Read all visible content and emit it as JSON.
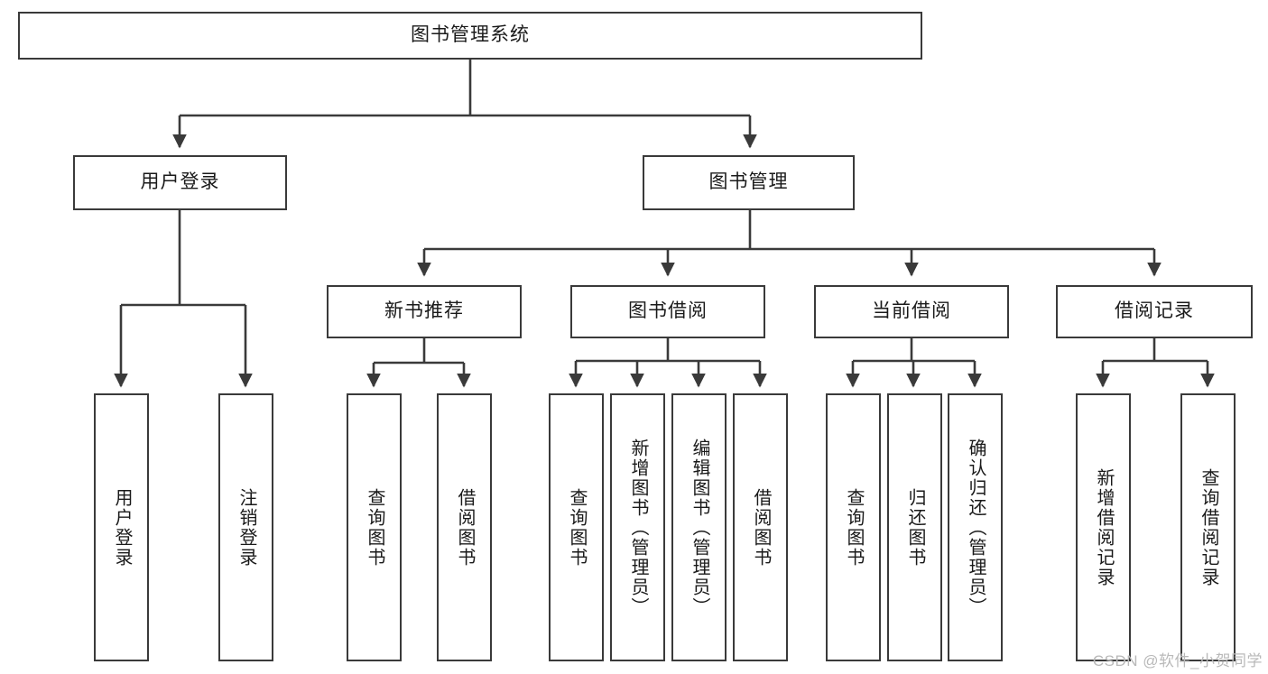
{
  "diagram": {
    "title": "图书管理系统",
    "type": "tree",
    "watermark": "CSDN @软件_小贺同学",
    "line_color": "#3a3a3a",
    "box_fill": "#ffffff",
    "text_color": "#1a1a1a",
    "nodes": {
      "root": {
        "label": "图书管理系统"
      },
      "level2": [
        {
          "id": "user-login",
          "label": "用户登录"
        },
        {
          "id": "book-manage",
          "label": "图书管理"
        }
      ],
      "level3": [
        {
          "id": "new-book-recommend",
          "label": "新书推荐"
        },
        {
          "id": "book-borrow",
          "label": "图书借阅"
        },
        {
          "id": "current-borrow",
          "label": "当前借阅"
        },
        {
          "id": "borrow-record",
          "label": "借阅记录"
        }
      ],
      "leaves": {
        "user_login": [
          {
            "id": "leaf-user-login",
            "label": "用户登录"
          },
          {
            "id": "leaf-logout-login",
            "label": "注销登录"
          }
        ],
        "new_book_recommend": [
          {
            "id": "leaf-query-book-1",
            "label": "查询图书"
          },
          {
            "id": "leaf-borrow-book-1",
            "label": "借阅图书"
          }
        ],
        "book_borrow": [
          {
            "id": "leaf-query-book-2",
            "label": "查询图书"
          },
          {
            "id": "leaf-add-book",
            "label": "新增图书（管理员）"
          },
          {
            "id": "leaf-edit-book",
            "label": "编辑图书（管理员）"
          },
          {
            "id": "leaf-borrow-book-2",
            "label": "借阅图书"
          }
        ],
        "current_borrow": [
          {
            "id": "leaf-query-book-3",
            "label": "查询图书"
          },
          {
            "id": "leaf-return-book",
            "label": "归还图书"
          },
          {
            "id": "leaf-confirm-return",
            "label": "确认归还（管理员）"
          }
        ],
        "borrow_record": [
          {
            "id": "leaf-add-record",
            "label": "新增借阅记录"
          },
          {
            "id": "leaf-query-record",
            "label": "查询借阅记录"
          }
        ]
      }
    }
  }
}
